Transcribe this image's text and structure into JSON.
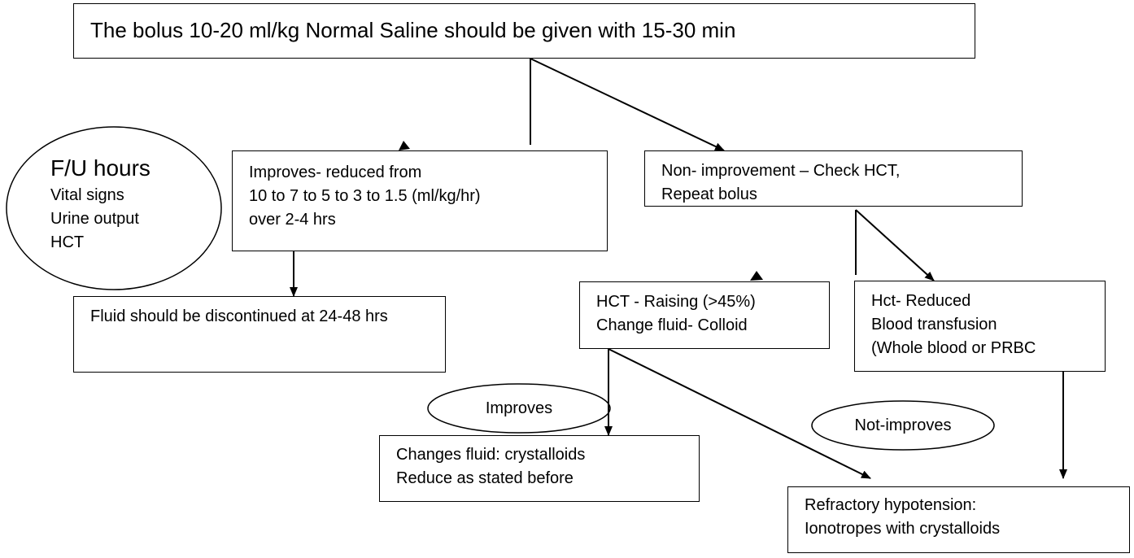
{
  "top_box": {
    "text": "The bolus 10-20 ml/kg Normal Saline should be given with 15-30 min"
  },
  "follow_up": {
    "title": "F/U hours",
    "items": [
      "Vital signs",
      "Urine output",
      "HCT"
    ]
  },
  "improves_box": {
    "lines": [
      "Improves- reduced from",
      "10 to 7 to 5 to 3 to 1.5 (ml/kg/hr)",
      "over 2-4 hrs"
    ]
  },
  "non_improvement_box": {
    "lines": [
      "Non- improvement – Check HCT,",
      "Repeat bolus"
    ]
  },
  "discontinue_box": {
    "text": "Fluid should be discontinued at 24-48 hrs"
  },
  "hct_raising_box": {
    "lines": [
      "HCT - Raising (>45%)",
      "Change fluid- Colloid"
    ]
  },
  "hct_reduced_box": {
    "lines": [
      "Hct- Reduced",
      "Blood transfusion",
      "(Whole blood or PRBC"
    ]
  },
  "improves_oval": {
    "label": "Improves"
  },
  "not_improves_oval": {
    "label": "Not-improves"
  },
  "crystalloids_box": {
    "lines": [
      "Changes fluid: crystalloids",
      "Reduce as stated before"
    ]
  },
  "refractory_box": {
    "lines": [
      "Refractory hypotension:",
      "Ionotropes with crystalloids"
    ]
  },
  "colors": {
    "stroke": "#000000",
    "background": "#ffffff"
  }
}
